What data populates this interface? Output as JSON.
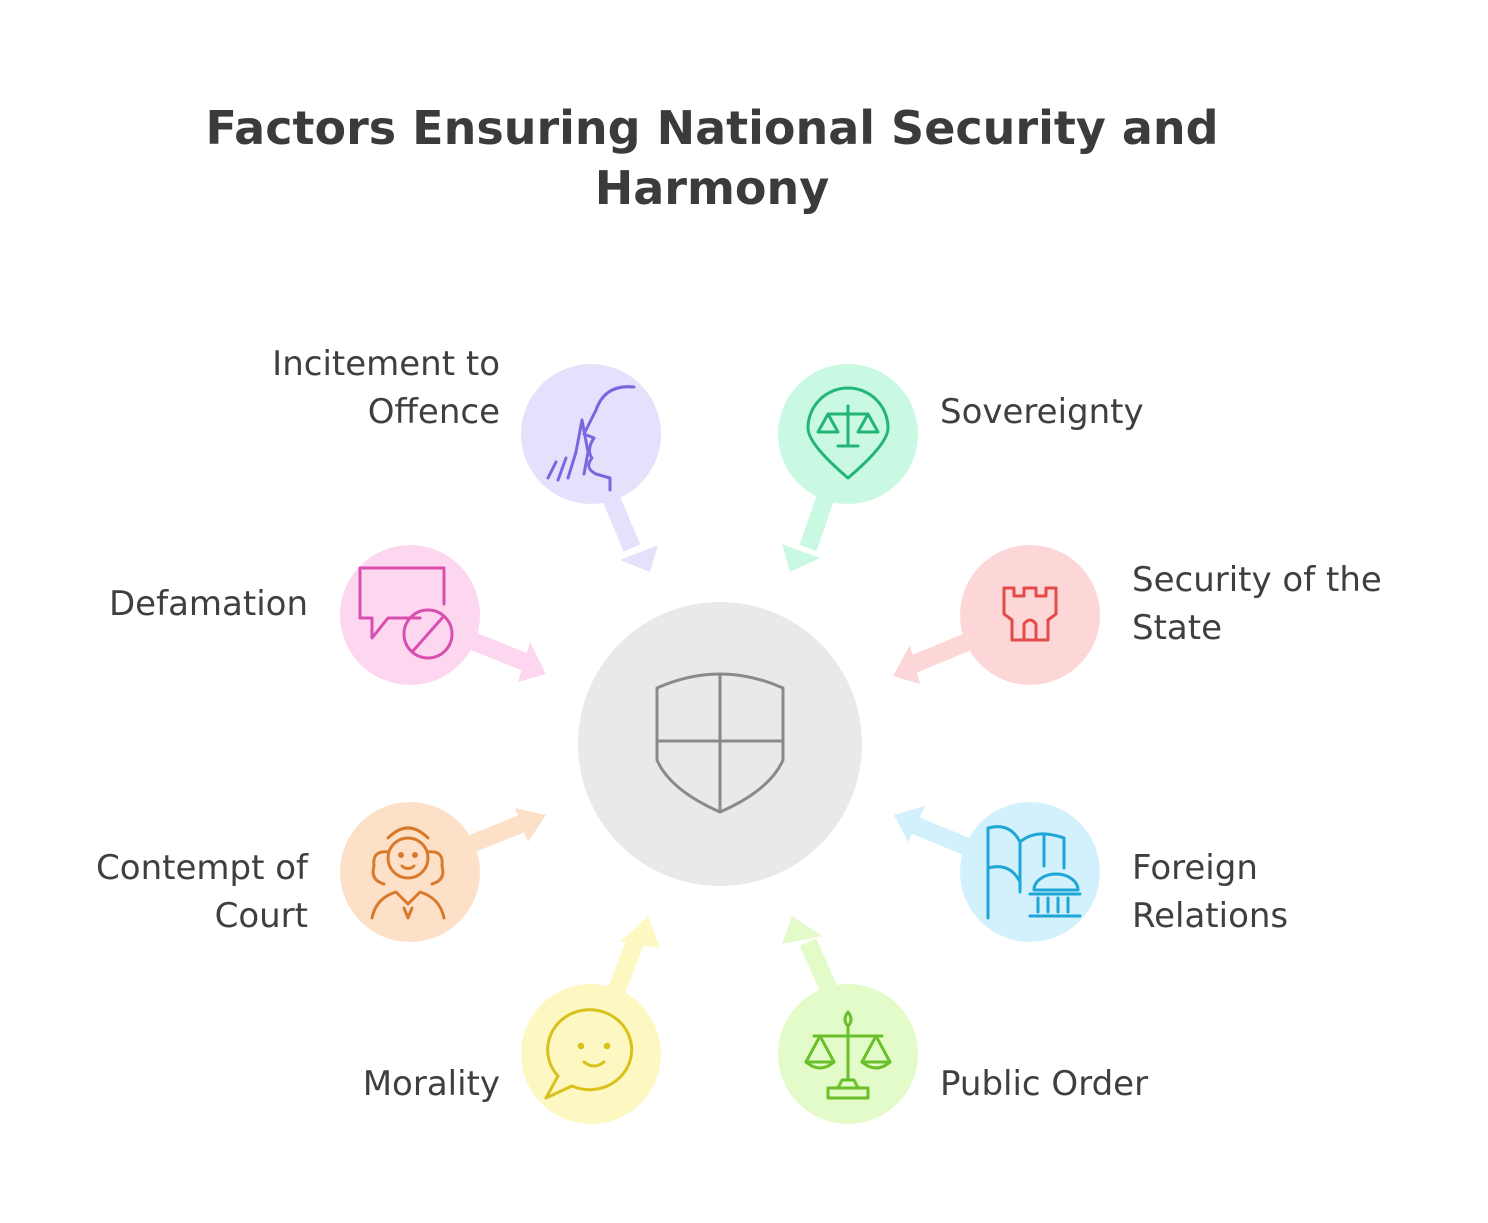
{
  "title": {
    "line1": "Factors Ensuring National Security and",
    "line2": "Harmony"
  },
  "center": {
    "icon": "shield-icon",
    "color": "#e9e9e9"
  },
  "factors": [
    {
      "lines": [
        "Incitement to",
        "Offence"
      ],
      "icon": "silence-gesture-icon",
      "color": "#e6e0fd",
      "stroke": "#7a67e0"
    },
    {
      "lines": [
        "Sovereignty"
      ],
      "icon": "scales-location-pin-icon",
      "color": "#c9f9e2",
      "stroke": "#22b573"
    },
    {
      "lines": [
        "Defamation"
      ],
      "icon": "speech-bubble-prohibited-icon",
      "color": "#fdd6ef",
      "stroke": "#d94fb0"
    },
    {
      "lines": [
        "Security of the",
        "State"
      ],
      "icon": "castle-tower-icon",
      "color": "#fdd7d7",
      "stroke": "#e34a4a"
    },
    {
      "lines": [
        "Contempt of",
        "Court"
      ],
      "icon": "judge-icon",
      "color": "#fde0c8",
      "stroke": "#d9792a"
    },
    {
      "lines": [
        "Foreign",
        "Relations"
      ],
      "icon": "flag-government-building-icon",
      "color": "#d3f1fc",
      "stroke": "#1ea7d6"
    },
    {
      "lines": [
        "Morality"
      ],
      "icon": "smiling-speech-bubble-icon",
      "color": "#fdf8c1",
      "stroke": "#d8c11b"
    },
    {
      "lines": [
        "Public Order"
      ],
      "icon": "balance-scales-icon",
      "color": "#e3fbc8",
      "stroke": "#6bbf2a"
    }
  ]
}
